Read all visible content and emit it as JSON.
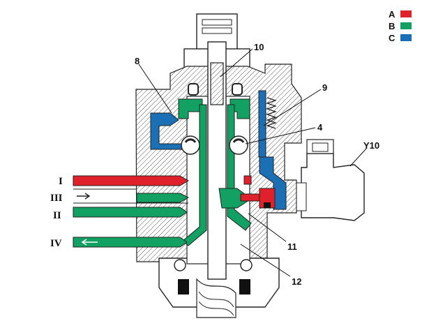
{
  "legend": [
    {
      "letter": "A",
      "color": "#e0202a"
    },
    {
      "letter": "B",
      "color": "#12a063"
    },
    {
      "letter": "C",
      "color": "#1a6fb5"
    }
  ],
  "callouts": {
    "n8": "8",
    "n10": "10",
    "n9": "9",
    "n4": "4",
    "y10": "Y10",
    "n11": "11",
    "n12": "12"
  },
  "ports": {
    "p1": "I",
    "p3": "III",
    "p2": "II",
    "p4": "IV"
  },
  "colors": {
    "line": "#222222",
    "red": "#e0202a",
    "green": "#12a063",
    "blue": "#1a6fb5",
    "hatch": "#555555"
  }
}
